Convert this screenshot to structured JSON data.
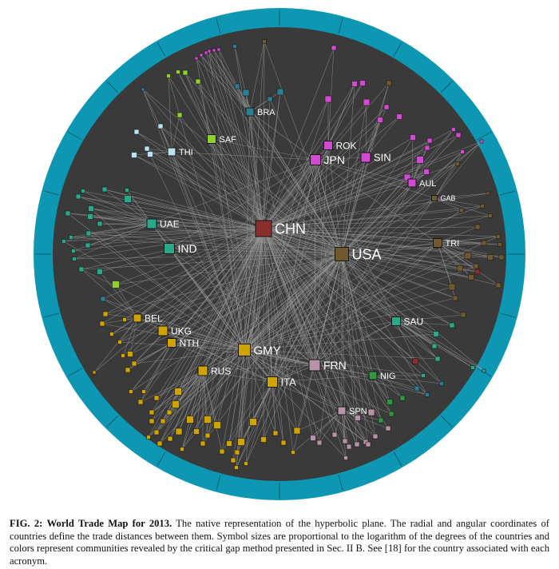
{
  "figure": {
    "ring_color": "#0e97b3",
    "disk_color": "#3a3a3a",
    "edge_color": "#9a9a9a",
    "communities": {
      "asia_east": "#d24ad2",
      "americas_pacific": "#6e5a2e",
      "europe": "#cfa400",
      "middle_east": "#2aa98a",
      "south_east_asia": "#b9e3f0",
      "africa_south": "#8fd12a",
      "latin": "#2b7f94",
      "mediterranean": "#b792a8",
      "west_africa": "#2e9a3c",
      "hub_china": "#8b2e2e"
    },
    "labeled_nodes": [
      {
        "code": "CHN",
        "community": "hub_china"
      },
      {
        "code": "USA",
        "community": "americas_pacific"
      },
      {
        "code": "GMY",
        "community": "europe"
      },
      {
        "code": "FRN",
        "community": "mediterranean"
      },
      {
        "code": "ITA",
        "community": "europe"
      },
      {
        "code": "RUS",
        "community": "europe"
      },
      {
        "code": "UKG",
        "community": "europe"
      },
      {
        "code": "NTH",
        "community": "europe"
      },
      {
        "code": "BEL",
        "community": "europe"
      },
      {
        "code": "SPN",
        "community": "mediterranean"
      },
      {
        "code": "NIG",
        "community": "west_africa"
      },
      {
        "code": "SAU",
        "community": "middle_east"
      },
      {
        "code": "TRI",
        "community": "americas_pacific"
      },
      {
        "code": "GAB",
        "community": "americas_pacific"
      },
      {
        "code": "AUL",
        "community": "asia_east"
      },
      {
        "code": "SIN",
        "community": "asia_east"
      },
      {
        "code": "JPN",
        "community": "asia_east"
      },
      {
        "code": "ROK",
        "community": "asia_east"
      },
      {
        "code": "BRA",
        "community": "latin"
      },
      {
        "code": "SAF",
        "community": "africa_south"
      },
      {
        "code": "THI",
        "community": "south_east_asia"
      },
      {
        "code": "UAE",
        "community": "middle_east"
      },
      {
        "code": "IND",
        "community": "middle_east"
      }
    ]
  },
  "caption": {
    "label": "FIG. 2:",
    "title": "World Trade Map for 2013.",
    "text": "The native representation of the hyperbolic plane. The radial and angular coordinates of countries define the trade distances between them. Symbol sizes are proportional to the logarithm of the degrees of the countries and colors represent communities revealed by the critical gap method presented in Sec. II B. See [18] for the country associated with each acronym."
  }
}
